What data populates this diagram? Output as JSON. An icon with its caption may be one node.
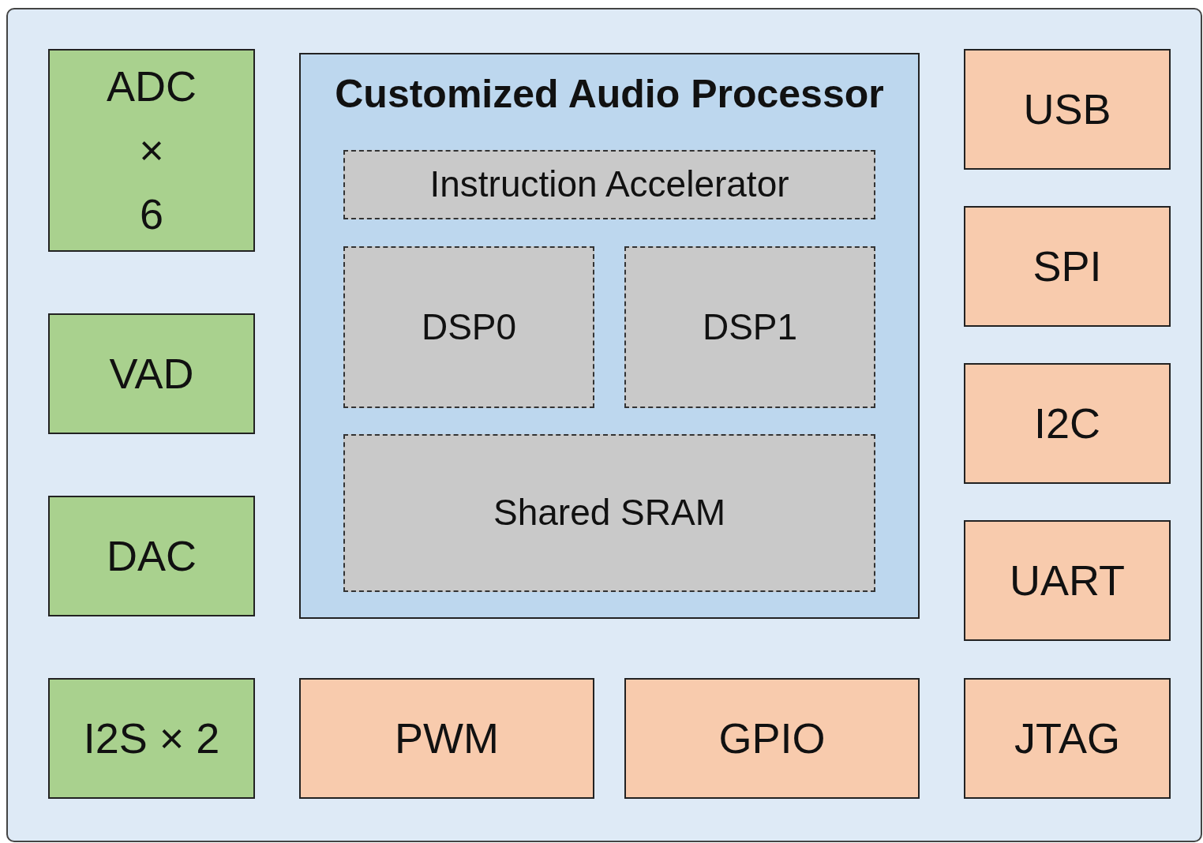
{
  "diagram": {
    "nodes": [
      {
        "text": [],
        "shape": "box"
      },
      {
        "text": [
          "ADC × 6"
        ],
        "in": 0
      },
      {
        "text": [
          "Customized Audio Processor"
        ],
        "in": 0
      },
      {
        "text": [
          "Instruction Accelerator"
        ],
        "in": 2
      },
      {
        "text": [
          "DSP0"
        ],
        "in": 2
      },
      {
        "text": [
          "DSP1"
        ],
        "in": 2
      },
      {
        "text": [
          "Shared SRAM"
        ],
        "in": 2
      },
      {
        "text": [
          "USB"
        ],
        "in": 0
      },
      {
        "text": [
          "SPI"
        ],
        "in": 0
      },
      {
        "text": [
          "VAD"
        ],
        "in": 0
      },
      {
        "text": [
          "I2C"
        ],
        "in": 0
      },
      {
        "text": [
          "DAC"
        ],
        "in": 0
      },
      {
        "text": [
          "UART"
        ],
        "in": 0
      },
      {
        "text": [
          "I2S × 2"
        ],
        "in": 0
      },
      {
        "text": [
          "PWM"
        ],
        "in": 0
      },
      {
        "text": [
          "GPIO"
        ],
        "in": 0
      },
      {
        "text": [
          "JTAG"
        ],
        "in": 0
      }
    ]
  }
}
